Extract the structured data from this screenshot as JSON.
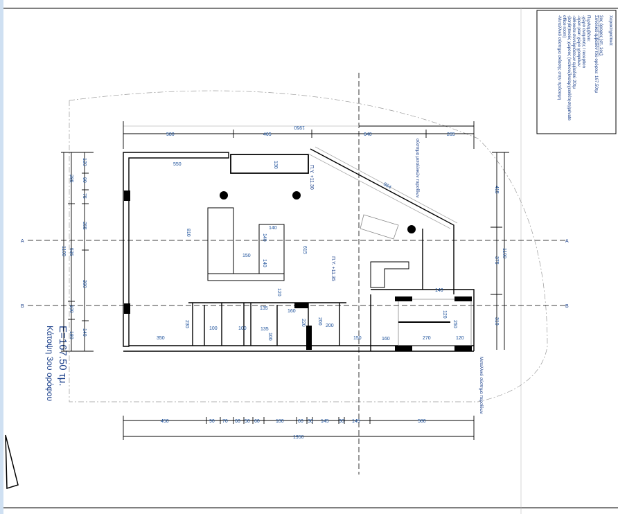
{
  "title": {
    "line1": "Κάτοψη 3ου ορόφου",
    "line2": "Ε=167.50 τμ."
  },
  "legend": {
    "heading": "Χαρακτηριστικά:",
    "floor": "3ος όροφος (στ. 1ος):",
    "area": "Συνολικό εμβαδόν του ορόφου: 167.50τμ",
    "includes": "Περιλαμβάνει:",
    "items": [
      "-χώρο αναμονής / reception",
      "-open plan χώρο γραφείων",
      "-αίθουσα συνεδριάσεων εμβαδού 20τμ",
      "-βοηθητικούς χώρους (wc/κουζίνα/αρχειοθέτηση/private",
      "office room)",
      "-Μεταλλικό σύστημα σκίασης στην πρόσοψη"
    ]
  },
  "dimensions": {
    "top": [
      "580",
      "465",
      "640",
      "265"
    ],
    "top_total": "1950",
    "bottom": [
      "450",
      "90",
      "70",
      "60",
      "50",
      "60",
      "180",
      "60",
      "30",
      "145",
      "30",
      "145",
      "580"
    ],
    "bottom_total": "1950",
    "left_inner": [
      "285",
      "535",
      "100",
      "180"
    ],
    "left_outer": [
      "120",
      "90",
      "75",
      "255",
      "390",
      "140"
    ],
    "left_total": "1100",
    "right": [
      "415",
      "375",
      "310"
    ],
    "right_total": "1100",
    "interior": {
      "d550": "550",
      "d130": "130",
      "d810": "810",
      "d615": "615",
      "d140a": "140",
      "d140b": "140",
      "d140c": "140",
      "d150": "150",
      "d120": "120",
      "d135a": "135",
      "d160a": "160",
      "d135b": "135",
      "d100a": "100",
      "d100b": "100",
      "d100c": "100",
      "d230": "230",
      "d220": "220",
      "d350": "350",
      "d200a": "200",
      "d200b": "200",
      "d864": "864",
      "d140d": "140",
      "d120b": "120",
      "d250": "250",
      "d150b": "150",
      "d160b": "160",
      "d270": "270",
      "d120c": "120"
    }
  },
  "levels": {
    "upper": "Π.Υ. +11.30",
    "lower": "Π.Υ. +11.35"
  },
  "notes": {
    "louvres": "σύστημα μεταλλικών περσίδων",
    "louvres_bottom": "Μεταλλικό σύστημα περσίδων"
  },
  "sections": {
    "a": "A",
    "b": "B"
  }
}
